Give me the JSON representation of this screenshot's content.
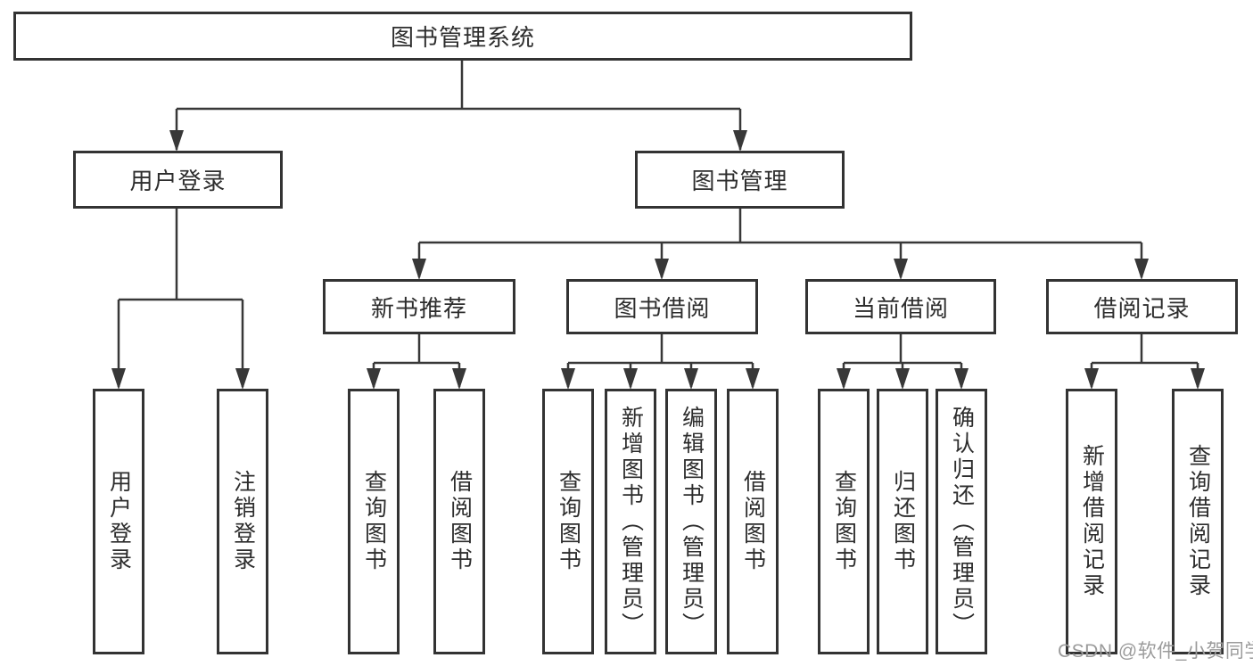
{
  "tree": {
    "root": {
      "label": "图书管理系统"
    },
    "branches": [
      {
        "label": "用户登录",
        "children": [
          {
            "label": "用户登录"
          },
          {
            "label": "注销登录"
          }
        ]
      },
      {
        "label": "图书管理",
        "sections": [
          {
            "label": "新书推荐",
            "children": [
              {
                "label": "查询图书"
              },
              {
                "label": "借阅图书"
              }
            ]
          },
          {
            "label": "图书借阅",
            "children": [
              {
                "label": "查询图书"
              },
              {
                "label": "新增图书（管理员）"
              },
              {
                "label": "编辑图书（管理员）"
              },
              {
                "label": "借阅图书"
              }
            ]
          },
          {
            "label": "当前借阅",
            "children": [
              {
                "label": "查询图书"
              },
              {
                "label": "归还图书"
              },
              {
                "label": "确认归还（管理员）"
              }
            ]
          },
          {
            "label": "借阅记录",
            "children": [
              {
                "label": "新增借阅记录"
              },
              {
                "label": "查询借阅记录"
              }
            ]
          }
        ]
      }
    ]
  },
  "watermark": {
    "text": "CSDN @软件_小贺同学",
    "color": "#9b9b9b"
  },
  "colors": {
    "line": "#383838",
    "box_border": "#333333",
    "text": "#2d2d2d",
    "background": "#ffffff"
  }
}
